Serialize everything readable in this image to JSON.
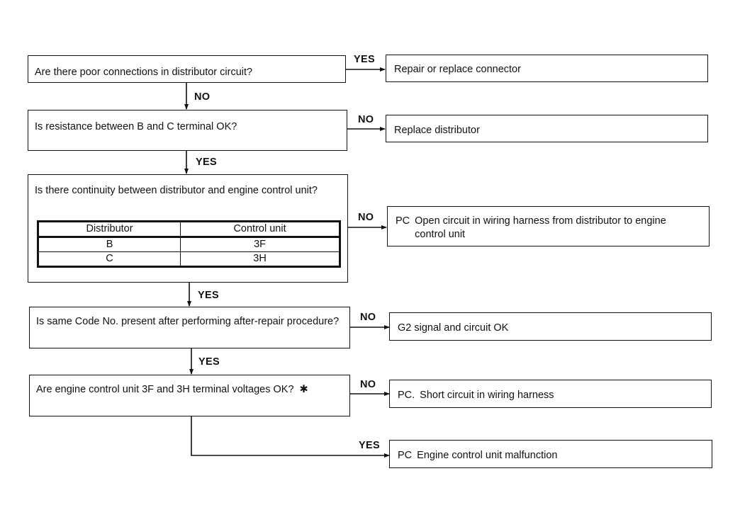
{
  "questions": {
    "q1": "Are there poor connections in distributor circuit?",
    "q2": "Is resistance between B and C terminal OK?",
    "q3": "Is there continuity between distributor and engine control unit?",
    "q4": "Is same Code No. present after performing after-repair procedure?",
    "q5": "Are engine control unit 3F and 3H terminal voltages OK?",
    "q5_mark": "✱"
  },
  "results": {
    "r1": "Repair or replace connector",
    "r2": "Replace distributor",
    "r3_prefix": "PC",
    "r3": "Open circuit in wiring harness from distributor to engine control unit",
    "r4": "G2 signal and circuit OK",
    "r5_prefix": "PC.",
    "r5": "Short circuit in wiring harness",
    "r6_prefix": "PC",
    "r6": "Engine control unit malfunction"
  },
  "labels": {
    "l1": "YES",
    "l2": "NO",
    "l3": "NO",
    "l4": "YES",
    "l5": "NO",
    "l6": "YES",
    "l7": "NO",
    "l8": "YES",
    "l9": "NO",
    "l10": "YES"
  },
  "table": {
    "headers": [
      "Distributor",
      "Control unit"
    ],
    "rows": [
      [
        "B",
        "3F"
      ],
      [
        "C",
        "3H"
      ]
    ]
  }
}
